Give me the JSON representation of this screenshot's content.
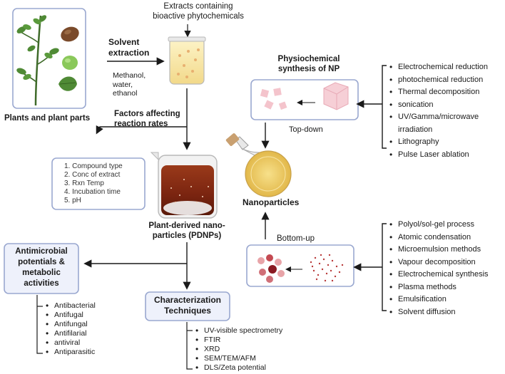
{
  "plants": {
    "label": "Plants and plant parts"
  },
  "extracts": {
    "line1": "Extracts containing",
    "line2": "bioactive phytochemicals"
  },
  "solvent": {
    "title_line1": "Solvent",
    "title_line2": "extraction",
    "solvents": [
      "Methanol,",
      "water,",
      "ethanol"
    ]
  },
  "factors": {
    "title_line1": "Factors affecting",
    "title_line2": "reaction rates",
    "items": [
      "1.  Compound type",
      "2.  Conc of extract",
      "3.  Rxn Temp",
      "4.  Incubation time",
      "5.  pH"
    ]
  },
  "pdnp": {
    "line1": "Plant-derived nano-",
    "line2": "particles (PDNPs)"
  },
  "nanoparticles": {
    "label": "Nanoparticles"
  },
  "physio": {
    "title_line1": "Physiochemical",
    "title_line2": "synthesis of NP",
    "topdown_label": "Top-down",
    "topdown_items": [
      "Electrochemical reduction",
      "photochemical reduction",
      "Thermal decomposition",
      "sonication",
      "UV/Gamma/microwave",
      "irradiation",
      "Lithography",
      "Pulse Laser ablation"
    ]
  },
  "bottomup": {
    "label": "Bottom-up",
    "items": [
      "Polyol/sol-gel process",
      "Atomic condensation",
      "Microemulsion methods",
      "Vapour decomposition",
      "Electrochemical synthesis",
      "Plasma methods",
      "Emulsification",
      "Solvent diffusion"
    ]
  },
  "antimicrobial": {
    "title_lines": [
      "Antimicrobial",
      "potentials &",
      "metabolic",
      "activities"
    ],
    "items": [
      "Antibacterial",
      "Antifugal",
      "Antifungal",
      "Antifilarial",
      "antiviral",
      "Antiparasitic"
    ]
  },
  "characterization": {
    "title_line1": "Characterization",
    "title_line2": "Techniques",
    "items": [
      "UV-visible spectrometry",
      "FTIR",
      "XRD",
      "SEM/TEM/AFM",
      "DLS/Zeta potential"
    ]
  },
  "colors": {
    "box_border": "#9aa8d0",
    "arrow": "#1a1a1a",
    "extract_red": "#8b2a14",
    "cube_pink": "#f4c4cc"
  }
}
